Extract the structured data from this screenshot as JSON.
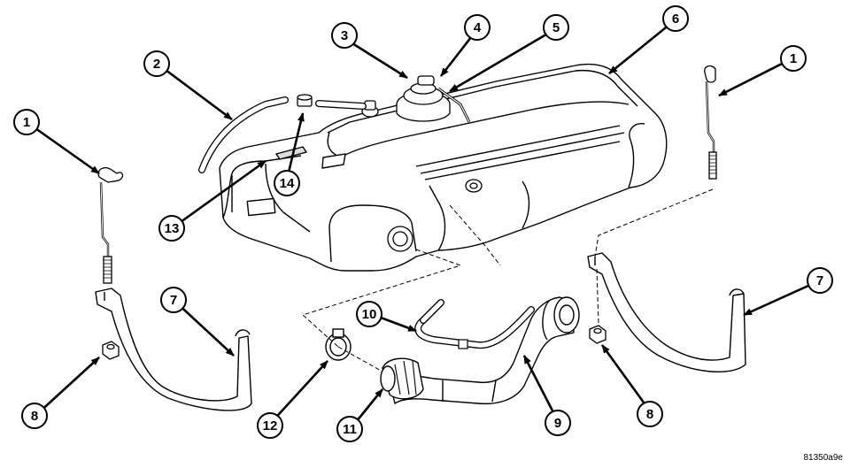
{
  "figure_id": "81350a9e",
  "callouts": [
    {
      "id": "c1-left",
      "label": "1"
    },
    {
      "id": "c2",
      "label": "2"
    },
    {
      "id": "c3",
      "label": "3"
    },
    {
      "id": "c4",
      "label": "4"
    },
    {
      "id": "c5",
      "label": "5"
    },
    {
      "id": "c6",
      "label": "6"
    },
    {
      "id": "c1-right",
      "label": "1"
    },
    {
      "id": "c7-left",
      "label": "7"
    },
    {
      "id": "c7-right",
      "label": "7"
    },
    {
      "id": "c8-left",
      "label": "8"
    },
    {
      "id": "c8-right",
      "label": "8"
    },
    {
      "id": "c9",
      "label": "9"
    },
    {
      "id": "c10",
      "label": "10"
    },
    {
      "id": "c11",
      "label": "11"
    },
    {
      "id": "c12",
      "label": "12"
    },
    {
      "id": "c13",
      "label": "13"
    },
    {
      "id": "c14",
      "label": "14"
    }
  ]
}
